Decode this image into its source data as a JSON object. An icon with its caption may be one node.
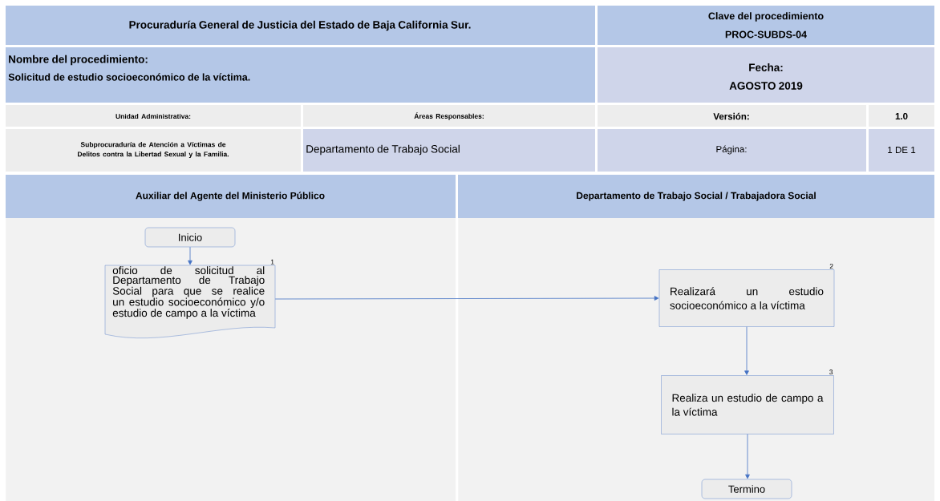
{
  "diagram": {
    "title": "Procuraduría  General de Justicia del Estado de Baja California Sur.",
    "nodes": [
      {
        "text": [
          "Auxiliar del Agente del Ministerio Público"
        ]
      },
      {
        "text": [
          "Departamento de Trabajo Social / Trabajadora Social"
        ]
      },
      {
        "text": [
          "Inicio"
        ],
        "in": 0
      },
      {
        "text": [
          "oficio de solicitud al Departamento de Trabajo Social para que se realice un estudio socioeconómico y/o estudio de campo a la víctima"
        ],
        "in": 0,
        "beside": [
          "1"
        ]
      },
      {
        "text": [
          "Realizará un estudio socioeconómico a la víctima"
        ],
        "in": 1,
        "beside": [
          "2"
        ]
      },
      {
        "text": [
          "Realiza un estudio de campo a la víctima"
        ],
        "in": 1,
        "beside": [
          "3"
        ]
      },
      {
        "text": [
          "Termino"
        ],
        "in": 1
      }
    ],
    "edges": [
      {
        "from": 2,
        "to": 3,
        "arrow": "to"
      },
      {
        "from": 3,
        "to": 4,
        "arrow": "to"
      },
      {
        "from": 4,
        "to": 5,
        "arrow": "to"
      },
      {
        "from": 5,
        "to": 6,
        "arrow": "to"
      }
    ],
    "labels": [
      "Clave del procedimiento",
      "PROC-SUBDS-04",
      "Nombre del procedimiento:",
      "Solicitud de estudio socioeconómico de la víctima.",
      "Fecha:",
      "AGOSTO 2019",
      "Unidad Administrativa:",
      "Áreas Responsables:",
      "Versión:",
      "1.0",
      "Subprocuraduría de Atención a Víctimas de Delitos contra la Libertad Sexual y la Familia.",
      "Departamento de Trabajo Social",
      "Página:",
      "1 DE 1"
    ]
  }
}
